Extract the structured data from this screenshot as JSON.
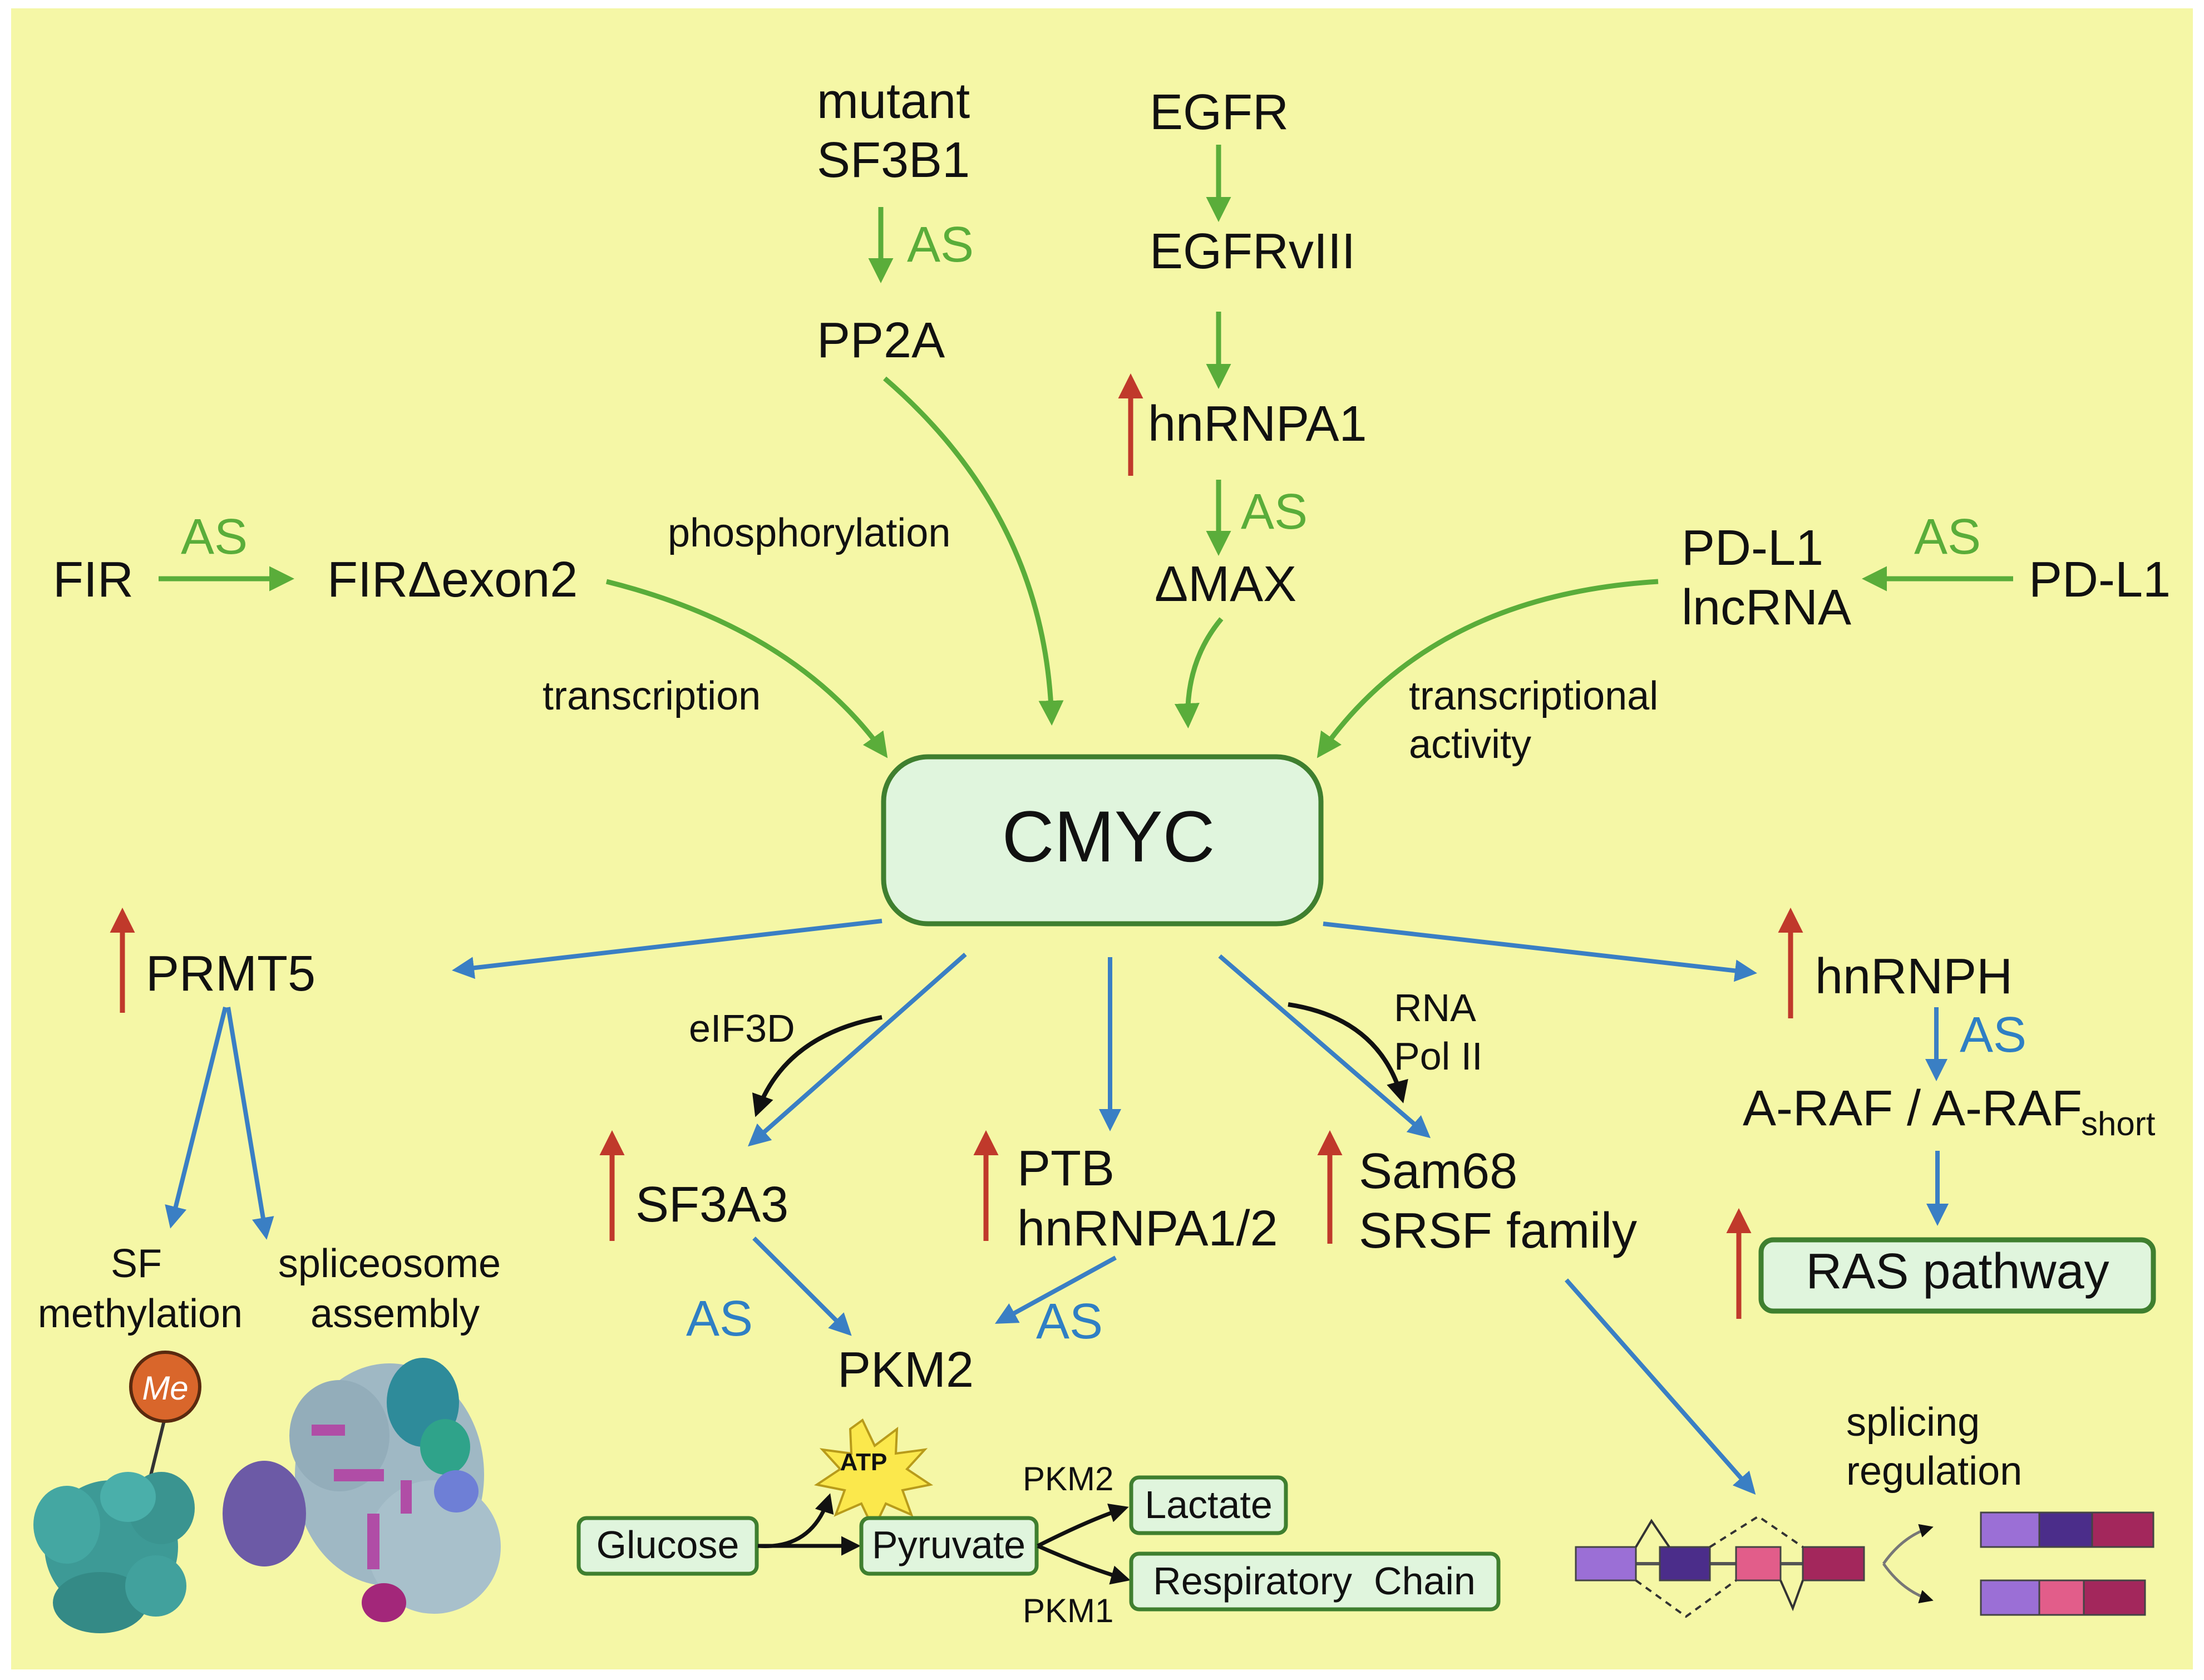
{
  "colors": {
    "background": "#f5f7a6",
    "green_arrow": "#5aad3a",
    "blue_arrow": "#3a7fc4",
    "red_up_arrow": "#c0392b",
    "box_fill": "#e0f5dd",
    "box_stroke": "#3f7f2f"
  },
  "center": {
    "label": "CMYC"
  },
  "upstream": {
    "mutant_sf3b1": [
      "mutant",
      "SF3B1"
    ],
    "pp2a": "PP2A",
    "egfr": "EGFR",
    "egfrviii": "EGFRvIII",
    "hnrnpa1": "hnRNPA1",
    "dmax": "ΔMAX",
    "fir": "FIR",
    "fir_dexon2": "FIRΔexon2",
    "pdl1_lncrna": [
      "PD-L1",
      "lncRNA"
    ],
    "pdl1": "PD-L1"
  },
  "edge_labels": {
    "as": "AS",
    "phosphorylation": "phosphorylation",
    "transcription": "transcription",
    "transcriptional_activity": [
      "transcriptional",
      "activity"
    ],
    "eif3d": "eIF3D",
    "rna_pol_ii": [
      "RNA",
      "Pol II"
    ]
  },
  "downstream": {
    "prmt5": "PRMT5",
    "sf_methylation": [
      "SF",
      "methylation"
    ],
    "spliceosome_assembly": [
      "spliceosome",
      "assembly"
    ],
    "me_badge": "Me",
    "sf3a3": "SF3A3",
    "ptb_hnrnpa": [
      "PTB",
      "hnRNPA1/2"
    ],
    "sam68_srsf": [
      "Sam68",
      "SRSF family"
    ],
    "hnrnph": "hnRNPH",
    "araf": "A-RAF / A-RAF",
    "araf_sub": "short",
    "ras_pathway": "RAS pathway",
    "pkm2": "PKM2",
    "splicing_regulation": [
      "splicing",
      "regulation"
    ]
  },
  "metabolism": {
    "atp": "ATP",
    "glucose": "Glucose",
    "pyruvate": "Pyruvate",
    "lactate": "Lactate",
    "respiratory_chain": "Respiratory  Chain",
    "pkm2_small": "PKM2",
    "pkm1_small": "PKM1"
  },
  "exon_colors": [
    "#9b6fd6",
    "#4b2d8a",
    "#e25d8a",
    "#a3275c"
  ]
}
